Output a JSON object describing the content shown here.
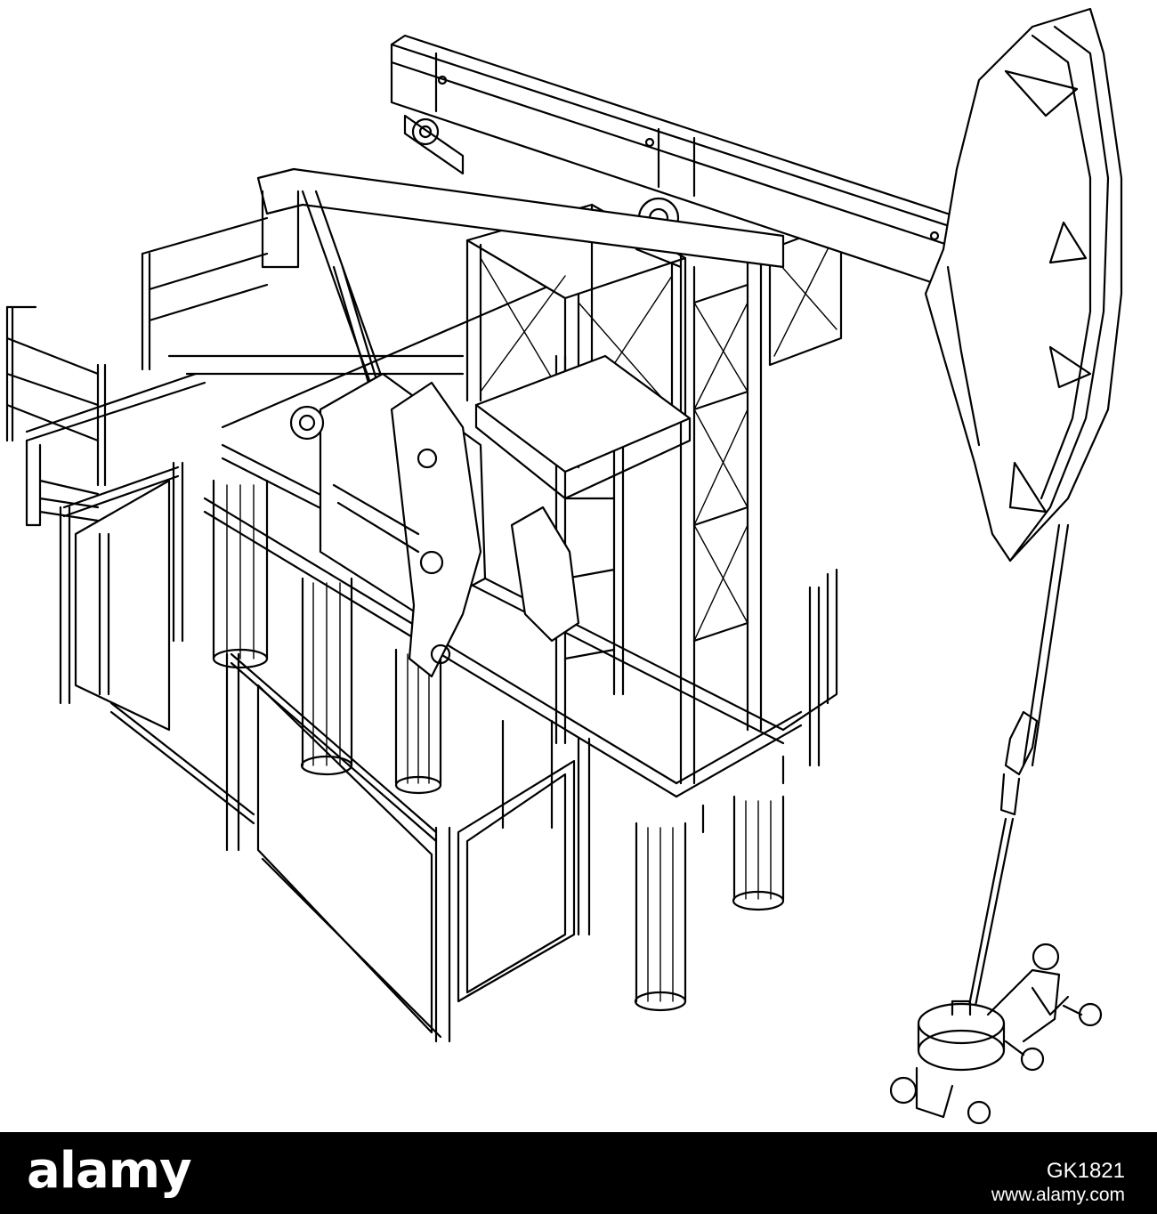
{
  "illustration": {
    "subject": "oil-pump-jack-wireframe",
    "style": "black line drawing on white",
    "colors": {
      "background": "#ffffff",
      "lines": "#000000"
    }
  },
  "footer": {
    "logo_text": "alamy",
    "image_id": "GK1821",
    "stock_url": "www.alamy.com",
    "colors": {
      "bar": "#000000",
      "text": "#ffffff"
    }
  }
}
